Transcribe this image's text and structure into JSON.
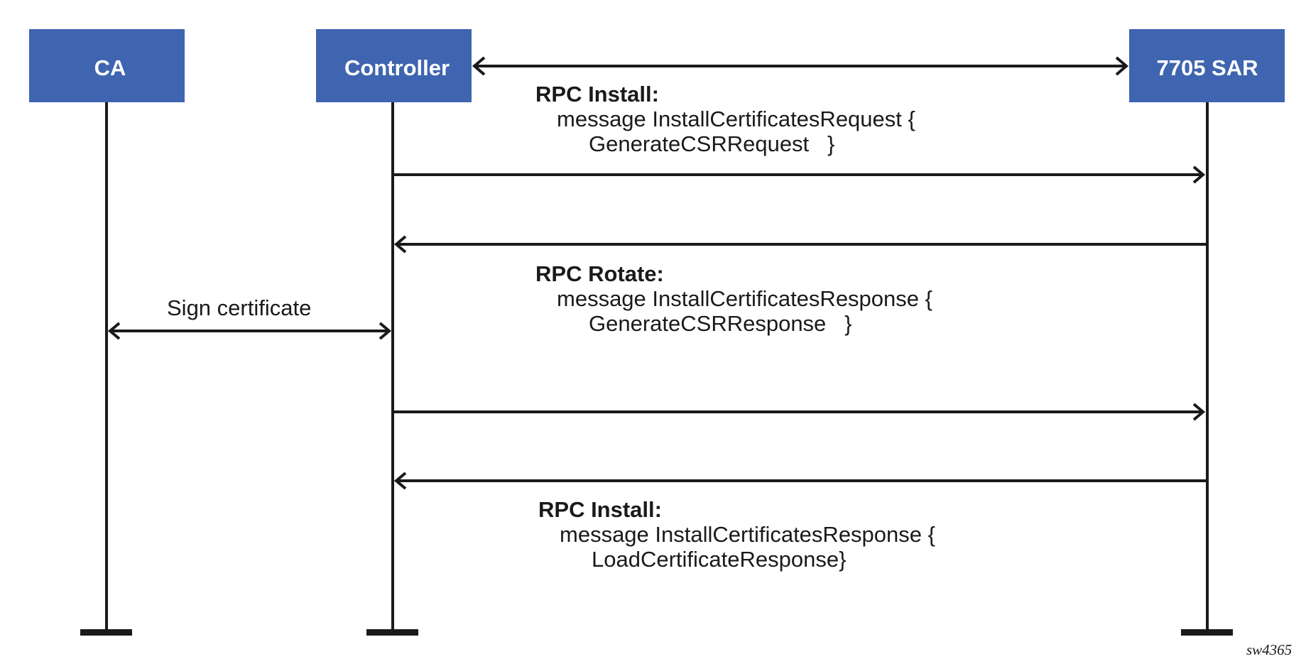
{
  "colors": {
    "box_fill": "#3f65b0",
    "box_text": "#ffffff",
    "line": "#1a1a1a"
  },
  "participants": {
    "ca": {
      "label": "CA"
    },
    "controller": {
      "label": "Controller"
    },
    "sar": {
      "label": "7705 SAR"
    }
  },
  "messages": {
    "install_request": {
      "title": "RPC Install:",
      "line1": "message InstallCertificatesRequest {",
      "line2": "GenerateCSRRequest   }"
    },
    "rotate_response": {
      "title": "RPC Rotate:",
      "line1": "message InstallCertificatesResponse {",
      "line2": "GenerateCSRResponse   }"
    },
    "install_response": {
      "title": "RPC Install:",
      "line1": "message InstallCertificatesResponse {",
      "line2": "LoadCertificateResponse}"
    },
    "sign": {
      "label": "Sign certificate"
    }
  },
  "figure_id": "sw4365"
}
